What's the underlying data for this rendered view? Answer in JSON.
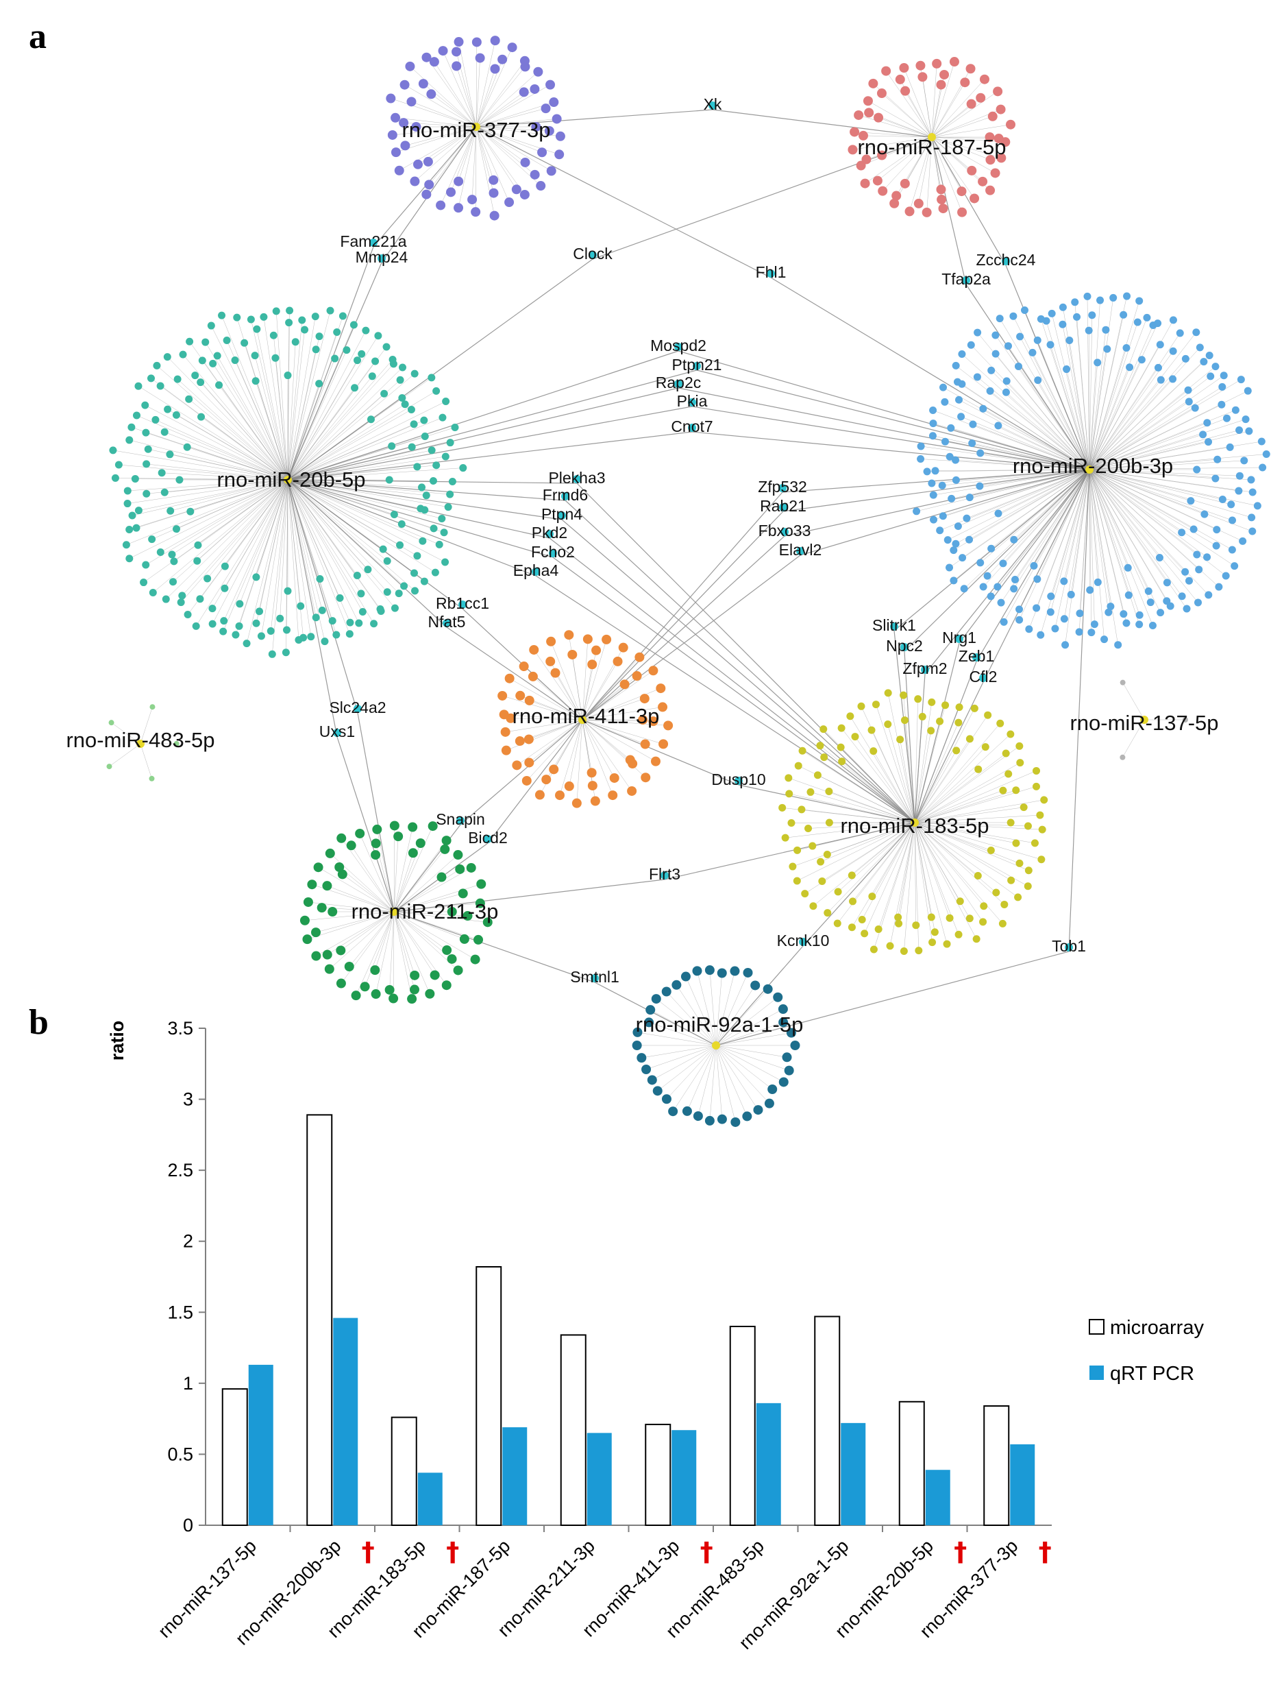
{
  "panel_a": {
    "letter": "a",
    "hubs": [
      {
        "id": "h377",
        "label": "rno-miR-377-3p",
        "color": "#7b78d6",
        "n": 60
      },
      {
        "id": "h187",
        "label": "rno-miR-187-5p",
        "color": "#e07a7a",
        "n": 55
      },
      {
        "id": "h20b",
        "label": "rno-miR-20b-5p",
        "color": "#3bb8a3",
        "n": 200
      },
      {
        "id": "h200b",
        "label": "rno-miR-200b-3p",
        "color": "#5aa7e0",
        "n": 210
      },
      {
        "id": "h411",
        "label": "rno-miR-411-3p",
        "color": "#ec8a3a",
        "n": 55
      },
      {
        "id": "h183",
        "label": "rno-miR-183-5p",
        "color": "#c9c62a",
        "n": 110
      },
      {
        "id": "h211",
        "label": "rno-miR-211-3p",
        "color": "#1f9b4f",
        "n": 60
      },
      {
        "id": "h92a",
        "label": "rno-miR-92a-1-5p",
        "color": "#1d6e8c",
        "n": 38
      },
      {
        "id": "h483",
        "label": "rno-miR-483-5p",
        "color": "#8ed38e",
        "n": 5
      },
      {
        "id": "h137",
        "label": "rno-miR-137-5p",
        "color": "#b4b4b4",
        "n": 3
      }
    ],
    "connectors": [
      {
        "label": "Xk",
        "links": [
          "h377",
          "h187"
        ]
      },
      {
        "label": "Fam221a",
        "links": [
          "h377",
          "h20b"
        ]
      },
      {
        "label": "Mmp24",
        "links": [
          "h377",
          "h20b"
        ]
      },
      {
        "label": "Clock",
        "links": [
          "h187",
          "h20b"
        ]
      },
      {
        "label": "Fhl1",
        "links": [
          "h377",
          "h200b"
        ]
      },
      {
        "label": "Zcchc24",
        "links": [
          "h187",
          "h200b"
        ]
      },
      {
        "label": "Tfap2a",
        "links": [
          "h187",
          "h200b"
        ]
      },
      {
        "label": "Mospd2",
        "links": [
          "h20b",
          "h200b"
        ]
      },
      {
        "label": "Ptpn21",
        "links": [
          "h20b",
          "h200b"
        ]
      },
      {
        "label": "Rap2c",
        "links": [
          "h20b",
          "h200b"
        ]
      },
      {
        "label": "Pkia",
        "links": [
          "h20b",
          "h200b"
        ]
      },
      {
        "label": "Cnot7",
        "links": [
          "h20b",
          "h200b"
        ]
      },
      {
        "label": "Plekha3",
        "links": [
          "h20b",
          "h183"
        ]
      },
      {
        "label": "Frmd6",
        "links": [
          "h20b",
          "h183"
        ]
      },
      {
        "label": "Ptpn4",
        "links": [
          "h20b",
          "h183"
        ]
      },
      {
        "label": "Pkd2",
        "links": [
          "h20b",
          "h183"
        ]
      },
      {
        "label": "Fcho2",
        "links": [
          "h20b",
          "h183"
        ]
      },
      {
        "label": "Epha4",
        "links": [
          "h20b",
          "h183"
        ]
      },
      {
        "label": "Zfp532",
        "links": [
          "h200b",
          "h411"
        ]
      },
      {
        "label": "Rab21",
        "links": [
          "h200b",
          "h411"
        ]
      },
      {
        "label": "Fbxo33",
        "links": [
          "h200b",
          "h411"
        ]
      },
      {
        "label": "Elavl2",
        "links": [
          "h200b",
          "h411"
        ]
      },
      {
        "label": "Rb1cc1",
        "links": [
          "h20b",
          "h411"
        ]
      },
      {
        "label": "Nfat5",
        "links": [
          "h20b",
          "h411"
        ]
      },
      {
        "label": "Slitrk1",
        "links": [
          "h200b",
          "h183"
        ]
      },
      {
        "label": "Npc2",
        "links": [
          "h200b",
          "h183"
        ]
      },
      {
        "label": "Nrg1",
        "links": [
          "h200b",
          "h183"
        ]
      },
      {
        "label": "Zeb1",
        "links": [
          "h200b",
          "h183"
        ]
      },
      {
        "label": "Zfpm2",
        "links": [
          "h200b",
          "h183"
        ]
      },
      {
        "label": "Cfl2",
        "links": [
          "h200b",
          "h183"
        ]
      },
      {
        "label": "Slc24a2",
        "links": [
          "h20b",
          "h211"
        ]
      },
      {
        "label": "Uxs1",
        "links": [
          "h20b",
          "h211"
        ]
      },
      {
        "label": "Dusp10",
        "links": [
          "h411",
          "h183"
        ]
      },
      {
        "label": "Snapin",
        "links": [
          "h411",
          "h211"
        ]
      },
      {
        "label": "Bicd2",
        "links": [
          "h411",
          "h211"
        ]
      },
      {
        "label": "Flrt3",
        "links": [
          "h211",
          "h183"
        ]
      },
      {
        "label": "Kcnk10",
        "links": [
          "h183",
          "h92a"
        ]
      },
      {
        "label": "Smtnl1",
        "links": [
          "h211",
          "h92a"
        ]
      },
      {
        "label": "Tob1",
        "links": [
          "h200b",
          "h92a"
        ]
      }
    ],
    "connector_color": "#2ec4d0"
  },
  "chart_data": {
    "letter": "b",
    "type": "bar",
    "ylabel": "ratio",
    "ylim": [
      0,
      3.5
    ],
    "yticks": [
      "0",
      "0.5",
      "1",
      "1.5",
      "2",
      "2.5",
      "3",
      "3.5"
    ],
    "categories": [
      "rno-miR-137-5p",
      "rno-miR-200b-3p",
      "rno-miR-183-5p",
      "rno-miR-187-5p",
      "rno-miR-211-3p",
      "rno-miR-411-3p",
      "rno-miR-483-5p",
      "rno-miR-92a-1-5p",
      "rno-miR-20b-5p",
      "rno-miR-377-3p"
    ],
    "significant": [
      false,
      true,
      true,
      false,
      false,
      true,
      false,
      false,
      true,
      true
    ],
    "dagger": "†",
    "series": [
      {
        "name": "microarray",
        "values": [
          0.96,
          2.89,
          0.76,
          1.82,
          1.34,
          0.71,
          1.4,
          1.47,
          0.87,
          0.84
        ],
        "fill": "#ffffff",
        "stroke": "#000000"
      },
      {
        "name": "qRT PCR",
        "values": [
          1.13,
          1.46,
          0.37,
          0.69,
          0.65,
          0.67,
          0.86,
          0.72,
          0.39,
          0.57
        ],
        "fill": "#1b9ad6",
        "stroke": "#1b9ad6"
      }
    ],
    "grid": false,
    "legend_position": "right"
  }
}
